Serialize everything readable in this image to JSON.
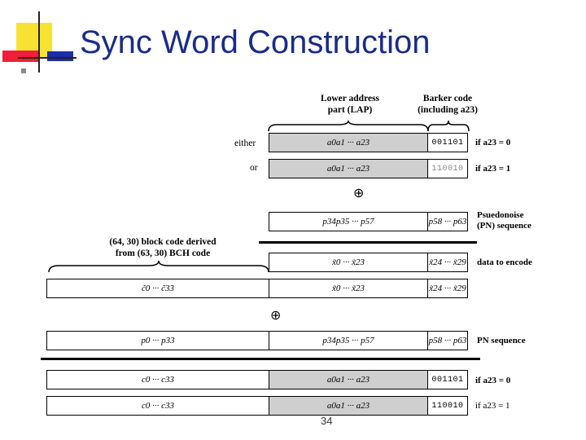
{
  "slide": {
    "title": "Sync Word Construction",
    "page_number": "34"
  },
  "headers": {
    "lap_line1": "Lower address",
    "lap_line2": "part (LAP)",
    "barker_line1": "Barker code",
    "barker_line2": "(including a23)",
    "bch_line1": "(64, 30) block code derived",
    "bch_line2": "from (63, 30) BCH code"
  },
  "left_labels": {
    "either": "either",
    "or": "or"
  },
  "rows": {
    "row1": {
      "lap": "a0a1 ··· a23",
      "barker": "001101",
      "cond": "if a23 = 0"
    },
    "row2": {
      "lap": "a0a1 ··· a23",
      "barker": "110010",
      "cond": "if a23 = 1"
    },
    "pn1": {
      "mid": "p34p35 ··· p57",
      "right": "p58 ··· p63",
      "note1": "Psuedonoise",
      "note2": "(PN) sequence"
    },
    "data1": {
      "mid": "x̃0 ··· x̃23",
      "right": "x̃24 ··· x̃29",
      "note": "data to encode"
    },
    "enc": {
      "left": "c̃0 ··· c̃33",
      "mid": "x̃0 ··· x̃23",
      "right": "x̃24 ··· x̃29"
    },
    "pn2": {
      "left": "p0 ··· p33",
      "mid": "p34p35 ··· p57",
      "right": "p58 ··· p63",
      "note": "PN sequence"
    },
    "out1": {
      "left": "c0 ··· c33",
      "mid": "a0a1 ··· a23",
      "right": "001101",
      "cond": "if a23 = 0"
    },
    "out2": {
      "left": "c0 ··· c33",
      "mid": "a0a1 ··· a23",
      "right": "110010",
      "cond": "if a23 = 1"
    }
  },
  "symbols": {
    "xor": "⊕"
  },
  "colors": {
    "title": "#1a2c8a",
    "grey_cell": "#cfcfcf"
  }
}
